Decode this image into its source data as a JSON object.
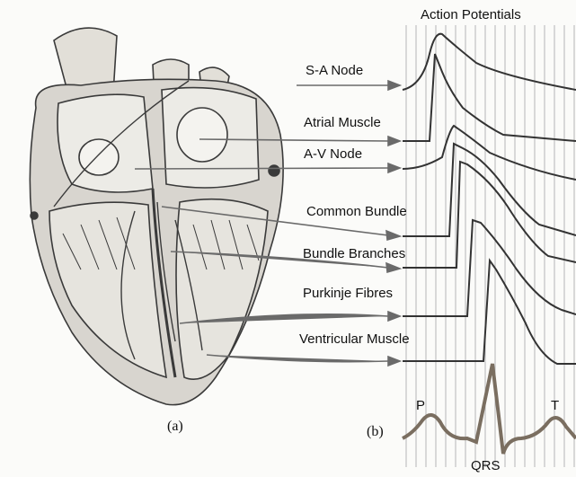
{
  "title": "Action Potentials",
  "panel_a_label": "(a)",
  "panel_b_label": "(b)",
  "structures": [
    {
      "label": "S-A Node"
    },
    {
      "label": "Atrial Muscle"
    },
    {
      "label": "A-V Node"
    },
    {
      "label": "Common Bundle"
    },
    {
      "label": "Bundle Branches"
    },
    {
      "label": "Purkinje Fibres"
    },
    {
      "label": "Ventricular Muscle"
    }
  ],
  "ecg_labels": {
    "p": "P",
    "qrs": "QRS",
    "t": "T"
  },
  "colors": {
    "ink": "#3a3a3a",
    "heart_fill": "#d8d5cf",
    "ecg": "#7a6e60",
    "grid": "#9a9a9a"
  }
}
